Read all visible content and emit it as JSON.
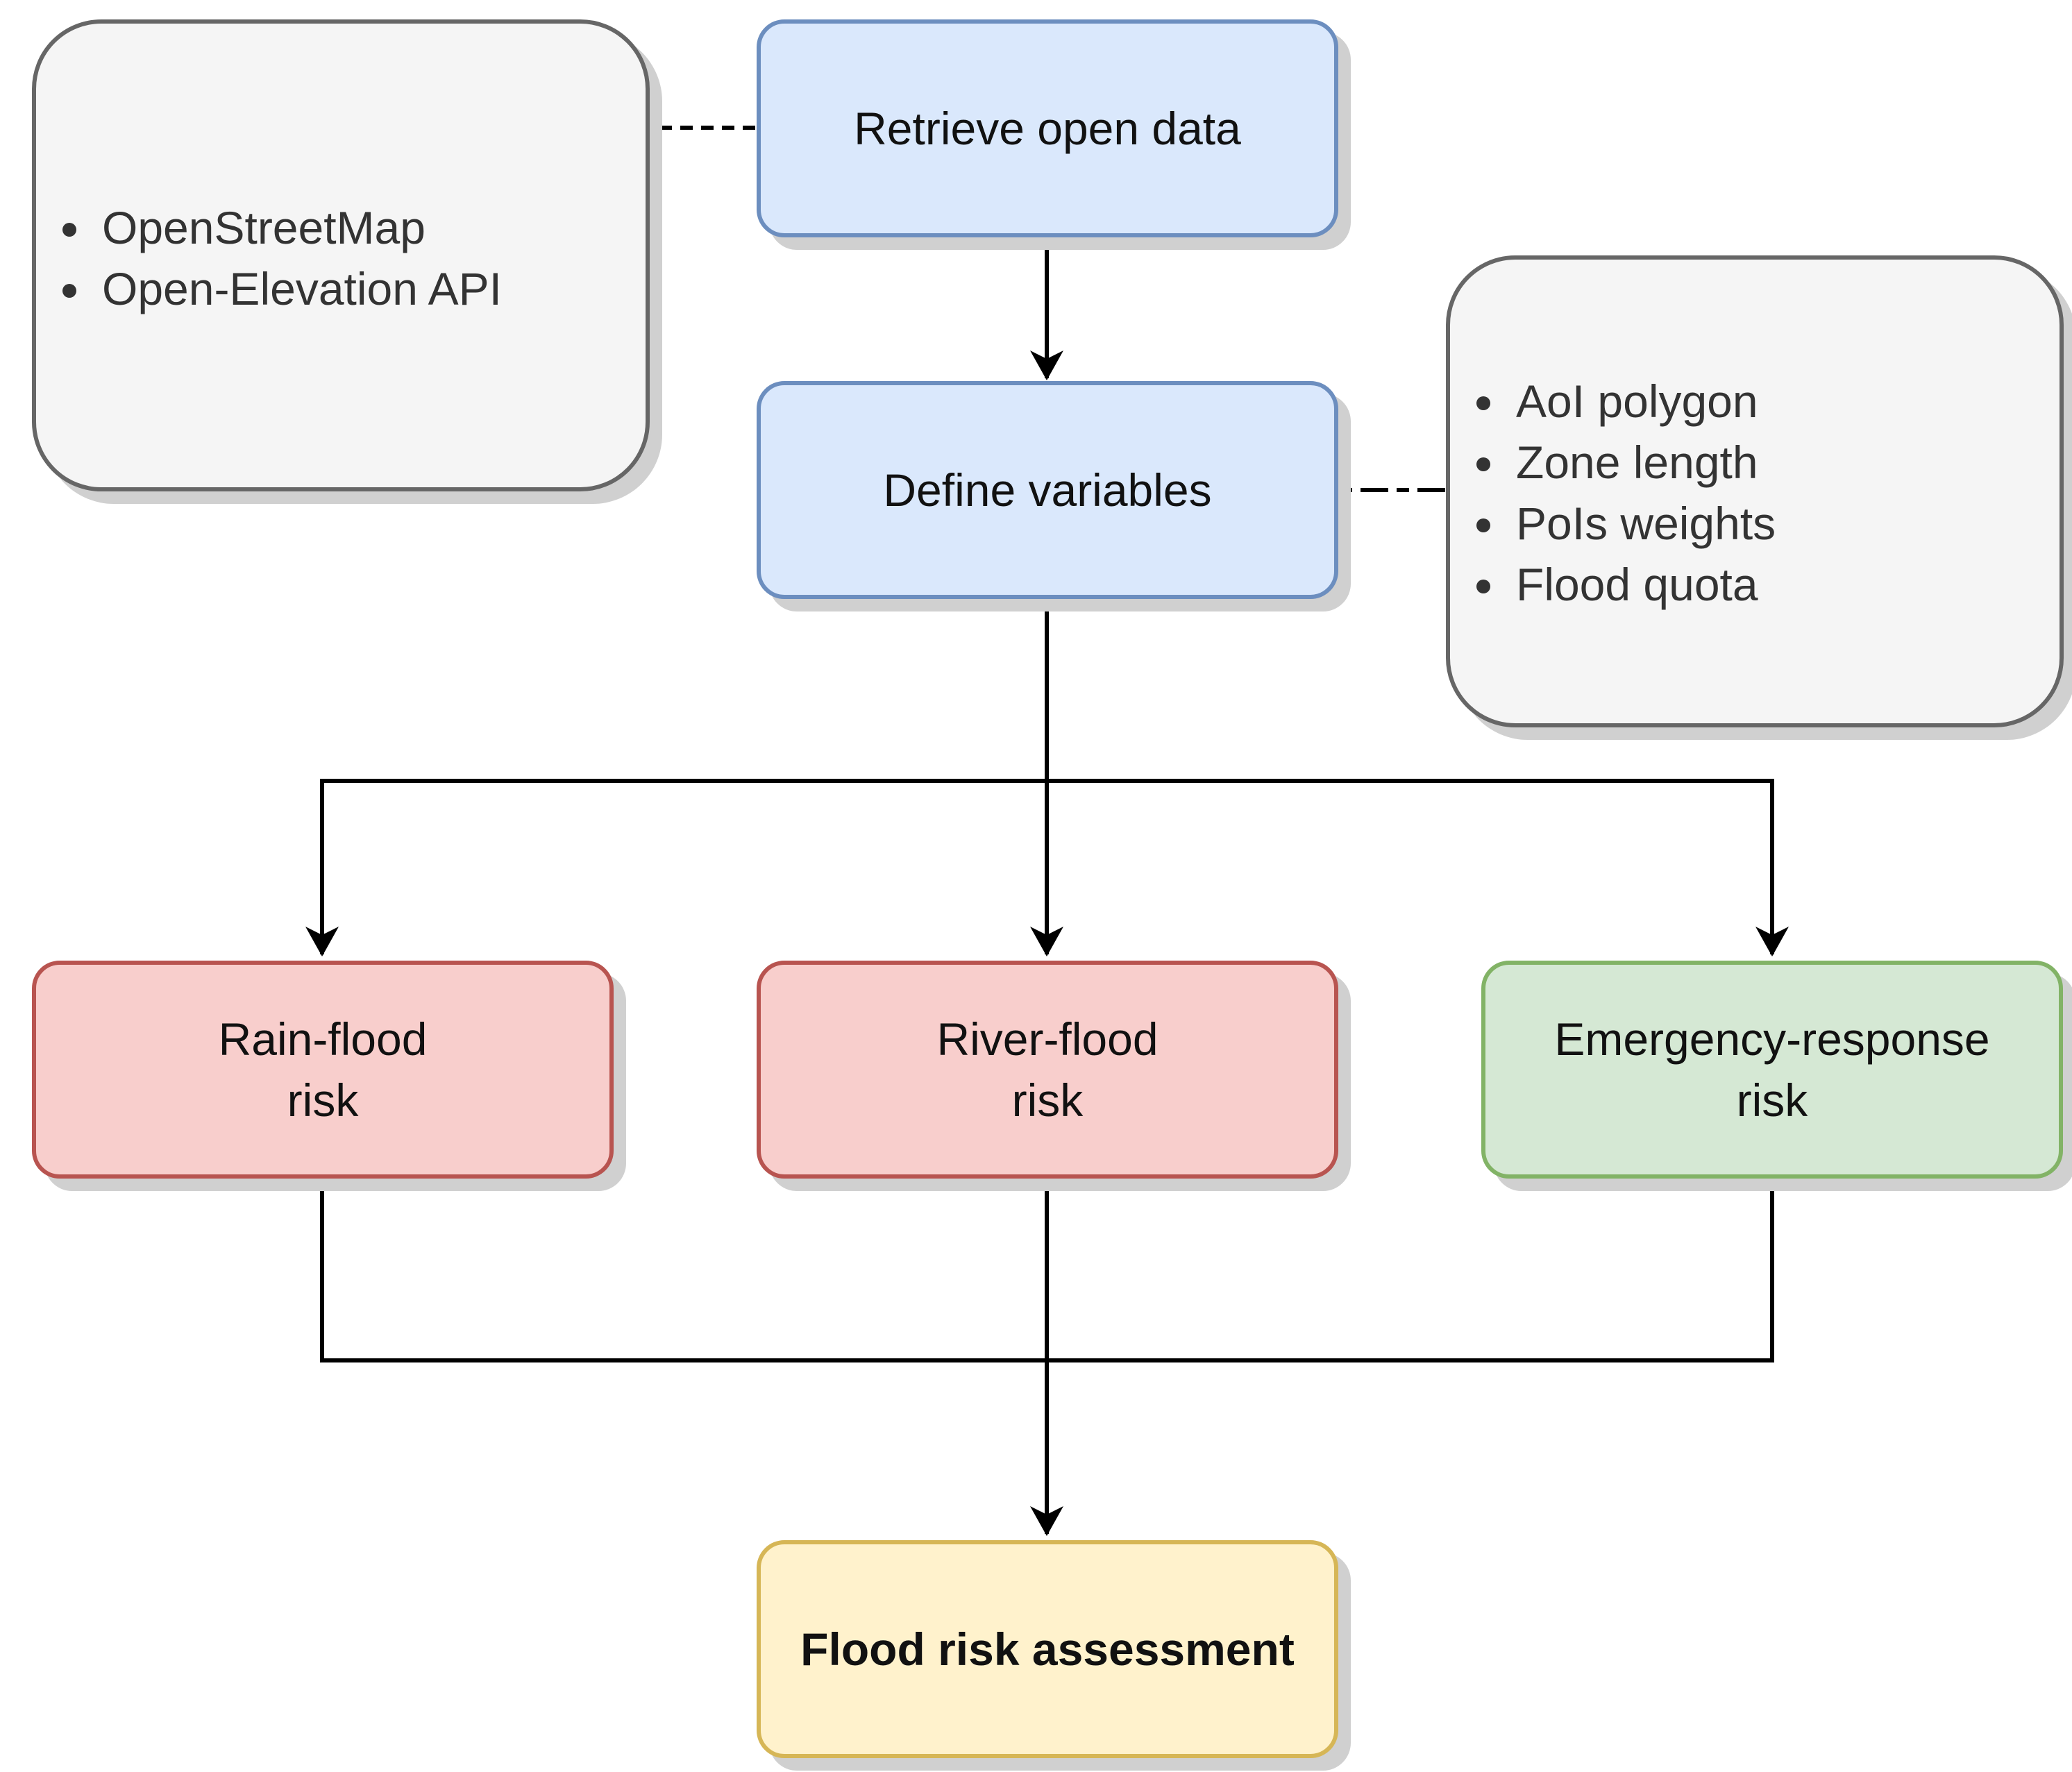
{
  "nodes": {
    "retrieve": "Retrieve open data",
    "define": "Define variables",
    "rain": "Rain-flood\nrisk",
    "river": "River-flood\nrisk",
    "emergency": "Emergency-response\nrisk",
    "assessment": "Flood risk assessment"
  },
  "notes": {
    "sources": [
      "OpenStreetMap",
      "Open-Elevation API"
    ],
    "variables": [
      "AoI polygon",
      "Zone length",
      "PoIs weights",
      "Flood quota"
    ]
  },
  "colors": {
    "process_fill": "#dae8fc",
    "process_border": "#6c8ebf",
    "flood_fill": "#f8cecc",
    "flood_border": "#b85450",
    "emergency_fill": "#d5e8d4",
    "emergency_border": "#82b366",
    "output_fill": "#fff2cc",
    "output_border": "#d6b656",
    "note_fill": "#f5f5f5",
    "note_border": "#666666"
  }
}
